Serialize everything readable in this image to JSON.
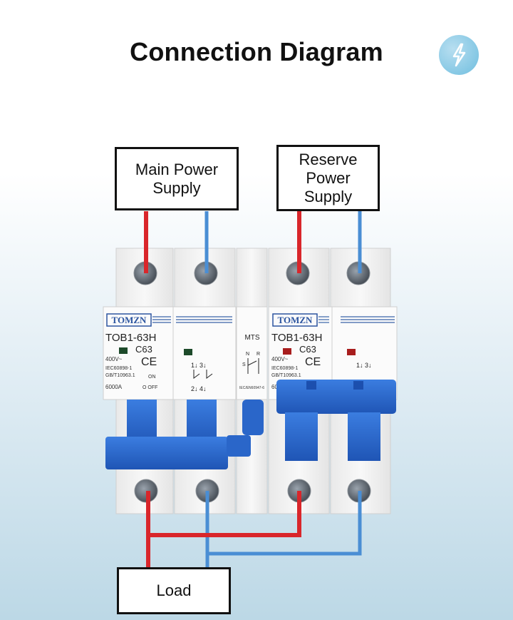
{
  "title": "Connection Diagram",
  "labels": {
    "main_supply": "Main Power\nSupply",
    "reserve_supply": "Reserve\nPower\nSupply",
    "load": "Load"
  },
  "device": {
    "brand_left": "TOMZN",
    "brand_right": "TOMZN",
    "model_left": "TOB1-63H",
    "model_right": "TOB1-63H",
    "rating_left": "C63",
    "rating_right": "C63",
    "voltage_left": "400V~",
    "voltage_right": "400V~",
    "ce": "CE",
    "std1": "IEC60898-1",
    "std2": "GB/T10963.1",
    "breaking": "6000A",
    "on_label": "ON",
    "off_label": "O OFF",
    "mts_label": "MTS",
    "mts_n": "N",
    "mts_r": "R",
    "mts_s": "S",
    "mts_std": "IEC/EN60947-6",
    "term_top": "1↓ 3↓",
    "term_bottom": "2↓ 4↓",
    "partial_breaking": "60"
  },
  "colors": {
    "live": "#d9262b",
    "neutral": "#4a8ed4",
    "handle": "#2a66c9",
    "indicator_off": "#1d4a2a",
    "indicator_on": "#a81d1d",
    "brand_blue": "#2c55a0"
  }
}
